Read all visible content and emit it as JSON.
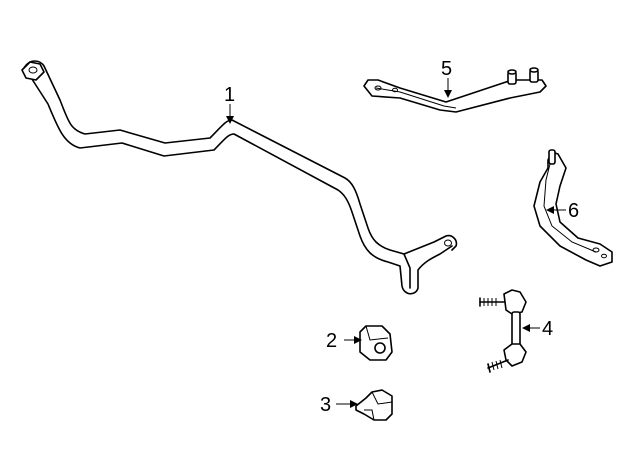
{
  "callouts": {
    "c1": "1",
    "c2": "2",
    "c3": "3",
    "c4": "4",
    "c5": "5",
    "c6": "6"
  },
  "colors": {
    "stroke": "#000000",
    "background": "#ffffff"
  }
}
